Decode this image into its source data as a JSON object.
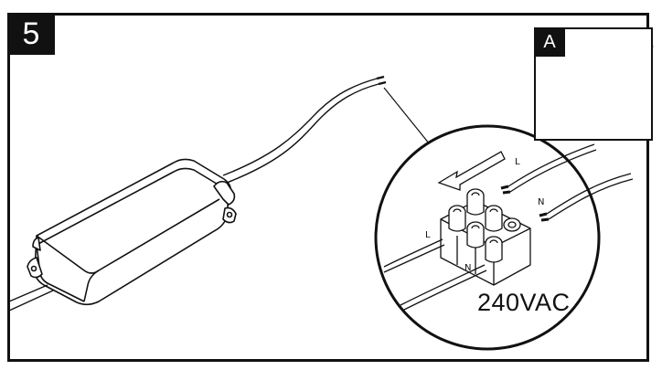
{
  "step_number": "5",
  "tool_callout": {
    "badge": "A",
    "icon": "screwdriver-icon"
  },
  "wiring": {
    "live_label": "L",
    "neutral_label": "N",
    "voltage": "240VAC"
  },
  "colors": {
    "line": "#111111",
    "background": "#ffffff"
  }
}
